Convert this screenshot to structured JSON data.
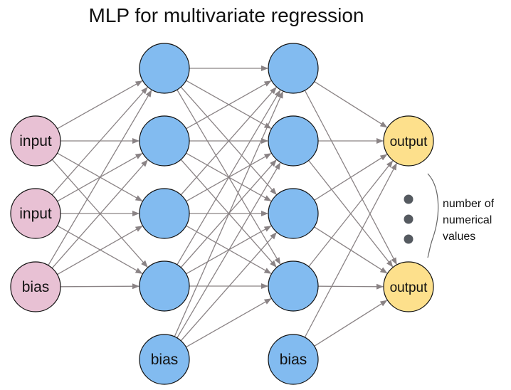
{
  "title": "MLP for multivariate regression",
  "colors": {
    "input": "#e8c1d4",
    "hidden": "#82bbf0",
    "output": "#fde08c",
    "stroke": "#111111",
    "edge": "#8a8385",
    "dots": "#555a60"
  },
  "layers": [
    {
      "name": "input-layer",
      "kind": "input",
      "nodes": [
        {
          "label": "input"
        },
        {
          "label": "input"
        },
        {
          "label": "bias",
          "bias": true
        }
      ]
    },
    {
      "name": "hidden-layer-1",
      "kind": "hidden",
      "nodes": [
        {
          "label": ""
        },
        {
          "label": ""
        },
        {
          "label": ""
        },
        {
          "label": ""
        },
        {
          "label": "bias",
          "bias": true
        }
      ]
    },
    {
      "name": "hidden-layer-2",
      "kind": "hidden",
      "nodes": [
        {
          "label": ""
        },
        {
          "label": ""
        },
        {
          "label": ""
        },
        {
          "label": ""
        },
        {
          "label": "bias",
          "bias": true
        }
      ]
    },
    {
      "name": "output-layer",
      "kind": "output",
      "nodes": [
        {
          "label": "output"
        },
        {
          "label": "output"
        }
      ]
    }
  ],
  "annotation": {
    "lines": [
      "number of",
      "numerical",
      "values"
    ]
  }
}
